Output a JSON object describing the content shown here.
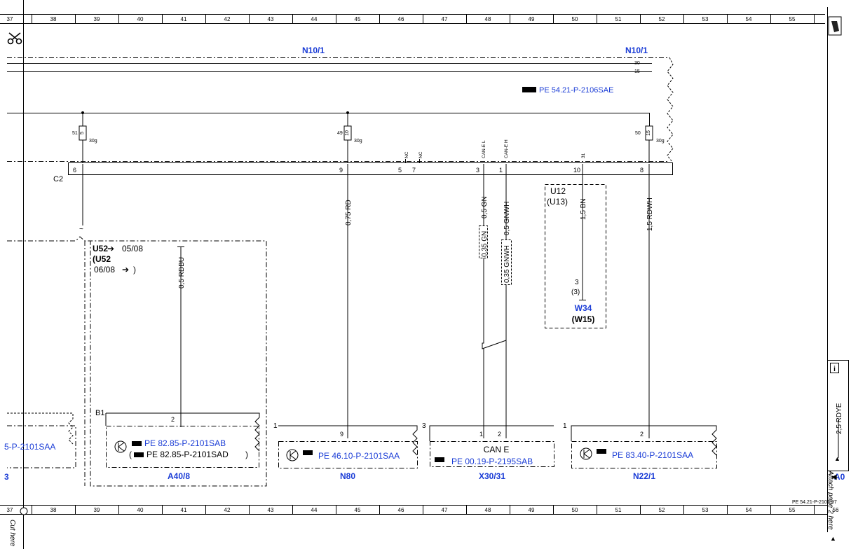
{
  "ruler": {
    "top_numbers": [
      "37",
      "38",
      "39",
      "40",
      "41",
      "42",
      "43",
      "44",
      "45",
      "46",
      "47",
      "48",
      "49",
      "50",
      "51",
      "52",
      "53",
      "54",
      "55",
      "56"
    ],
    "bottom_numbers": [
      "37",
      "38",
      "39",
      "40",
      "41",
      "42",
      "43",
      "44",
      "45",
      "46",
      "47",
      "48",
      "49",
      "50",
      "51",
      "52",
      "53",
      "54",
      "55",
      "56"
    ],
    "page_ref": "PE 54.21-P-2106-97"
  },
  "module_n10": {
    "label": "N10/1",
    "terminals": [
      "30",
      "15"
    ],
    "link": "PE 54.21-P-2106SAE",
    "connector": "C2",
    "pin_labels": [
      "6",
      "9",
      "5",
      "7",
      "3",
      "1",
      "10",
      "8"
    ],
    "signal_labels": [
      "NC",
      "NC",
      "CAN-E L",
      "CAN-E H",
      "31"
    ],
    "fuses": [
      {
        "num": "51",
        "rating": "5",
        "amp": "30g"
      },
      {
        "num": "49",
        "rating": "10",
        "amp": "30g"
      },
      {
        "num": "50",
        "rating": "15",
        "amp": "30g"
      }
    ]
  },
  "wires": {
    "rd": "0,75 RD",
    "gn": "0,5 GN",
    "gn035": "0,35 GN",
    "gnwh": "0,5 GNWH",
    "gnwh035": "0,35 GNWH",
    "bn": "1,5 BN",
    "rdwh": "1,5 RDWH",
    "rdbu": "0,5 RDBU",
    "rdye": "2,5 RDYE"
  },
  "variant_box_u12": {
    "line1": "U12",
    "line2": "(U13)"
  },
  "ground_w34": {
    "pin": "3",
    "pin_alt": "(3)",
    "label": "W34",
    "alt": "(W15)"
  },
  "variant_box_u52": {
    "line1": "U52",
    "line1_suffix": "05/08",
    "line2": "(U52",
    "line3": "06/08",
    "line3_suffix": ")"
  },
  "components": {
    "left_partial": {
      "link": "5-P-2101SAA",
      "label": "3"
    },
    "a40_8": {
      "label": "A40/8",
      "b_label": "B1",
      "pin": "2",
      "link1": "PE 82.85-P-2101SAB",
      "link2": "PE 82.85-P-2101SAD",
      "open_paren": "(",
      "close_paren": ")"
    },
    "n80": {
      "label": "N80",
      "pin": "9",
      "pin_left": "1",
      "pin_right": "3",
      "link": "PE 46.10-P-2101SAA"
    },
    "x30_31": {
      "label": "X30/31",
      "title": "CAN E",
      "pin1": "1",
      "pin2": "2",
      "link": "PE 00.19-P-2195SAB"
    },
    "n22_1": {
      "label": "N22/1",
      "pin": "2",
      "pin_left": "1",
      "link": "PE 83.40-P-2101SAA"
    },
    "right_partial": {
      "label": "A0"
    }
  },
  "page_nav": {
    "cut_text": "Cut here",
    "attach_text": "Attach page 2 here",
    "info_icon": "info-icon",
    "scissors_icon": "scissors-icon",
    "cursor_icon": "cursor-icon"
  }
}
